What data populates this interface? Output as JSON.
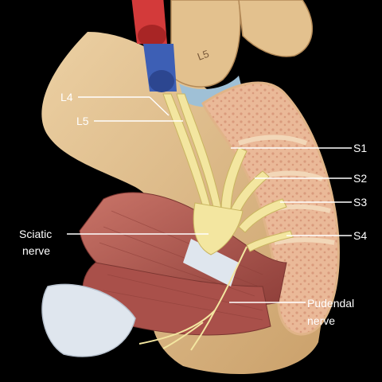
{
  "labels": {
    "l4": "L4",
    "l5": "L5",
    "s1": "S1",
    "s2": "S2",
    "s3": "S3",
    "s4": "S4",
    "sciatic_line1": "Sciatic",
    "sciatic_line2": "nerve",
    "pudendal_line1": "Pudendal",
    "pudendal_line2": "nerve",
    "vertebra_l5": "L5"
  },
  "colors": {
    "background": "#000000",
    "bone": "#e2bf8c",
    "bone_marrow": "#e9b89c",
    "muscle": "#b8615a",
    "nerve": "#f3e6a0",
    "artery": "#d33a3a",
    "vein": "#3d5fb5",
    "ligament": "#dfe6ee"
  }
}
